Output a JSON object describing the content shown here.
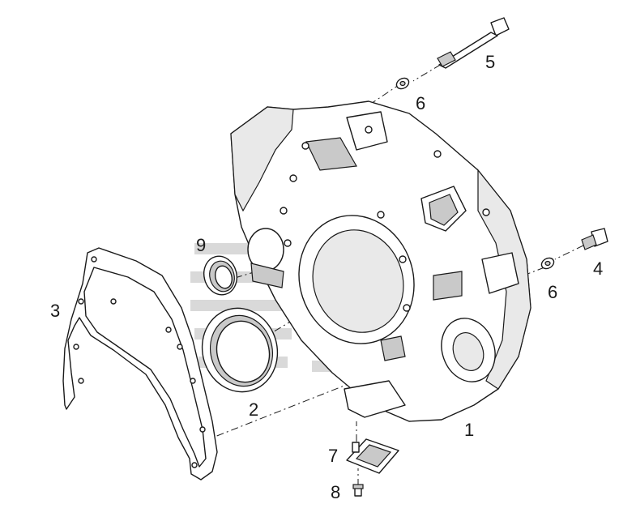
{
  "callouts": {
    "c1": "1",
    "c2": "2",
    "c3": "3",
    "c4": "4",
    "c5": "5",
    "c6a": "6",
    "c6b": "6",
    "c7": "7",
    "c8": "8",
    "c9": "9"
  },
  "colors": {
    "line": "#1a1a1a",
    "watermark": "#b9b9b9",
    "background": "#ffffff"
  }
}
